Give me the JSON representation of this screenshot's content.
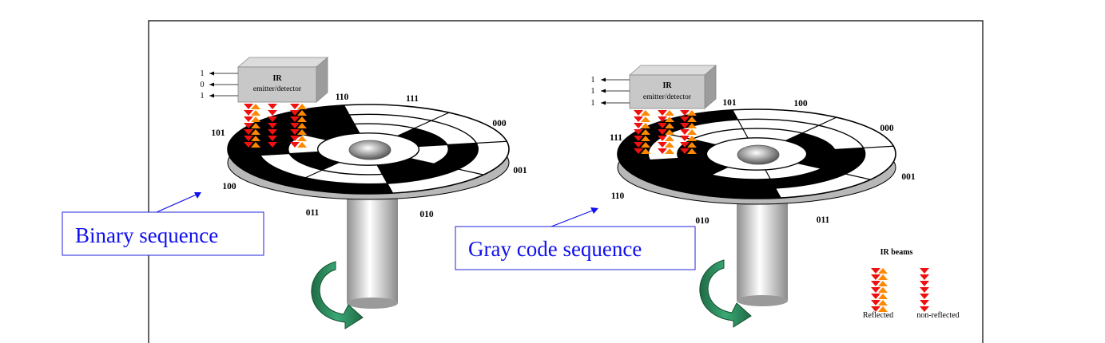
{
  "diagrams": [
    {
      "id": "binary",
      "title": "Binary sequence",
      "ir_label": "IR",
      "ir_sublabel": "emitter/detector",
      "signals": [
        "1",
        "0",
        "1"
      ],
      "codes": [
        {
          "label": "000",
          "bits": [
            0,
            0,
            0
          ]
        },
        {
          "label": "001",
          "bits": [
            0,
            0,
            1
          ]
        },
        {
          "label": "010",
          "bits": [
            0,
            1,
            0
          ]
        },
        {
          "label": "011",
          "bits": [
            0,
            1,
            1
          ]
        },
        {
          "label": "100",
          "bits": [
            1,
            0,
            0
          ]
        },
        {
          "label": "101",
          "bits": [
            1,
            0,
            1
          ]
        },
        {
          "label": "110",
          "bits": [
            1,
            1,
            0
          ]
        },
        {
          "label": "111",
          "bits": [
            1,
            1,
            1
          ]
        }
      ]
    },
    {
      "id": "gray",
      "title": "Gray code sequence",
      "ir_label": "IR",
      "ir_sublabel": "emitter/detector",
      "signals": [
        "1",
        "1",
        "1"
      ],
      "codes": [
        {
          "label": "000",
          "bits": [
            0,
            0,
            0
          ]
        },
        {
          "label": "001",
          "bits": [
            0,
            0,
            1
          ]
        },
        {
          "label": "011",
          "bits": [
            0,
            1,
            1
          ]
        },
        {
          "label": "010",
          "bits": [
            0,
            1,
            0
          ]
        },
        {
          "label": "110",
          "bits": [
            1,
            1,
            0
          ]
        },
        {
          "label": "111",
          "bits": [
            1,
            1,
            1
          ]
        },
        {
          "label": "101",
          "bits": [
            1,
            0,
            1
          ]
        },
        {
          "label": "100",
          "bits": [
            1,
            0,
            0
          ]
        }
      ]
    }
  ],
  "legend": {
    "title": "IR beams",
    "reflected": "Reflected",
    "non_reflected": "non-reflected"
  },
  "colors": {
    "beam_down": "#ee1111",
    "beam_up": "#ff8800",
    "box_text": "#1010ee",
    "box_border": "#2222dd",
    "rotation_arrow": "#2e8b5e",
    "ir_box": "#c8c8c8"
  }
}
